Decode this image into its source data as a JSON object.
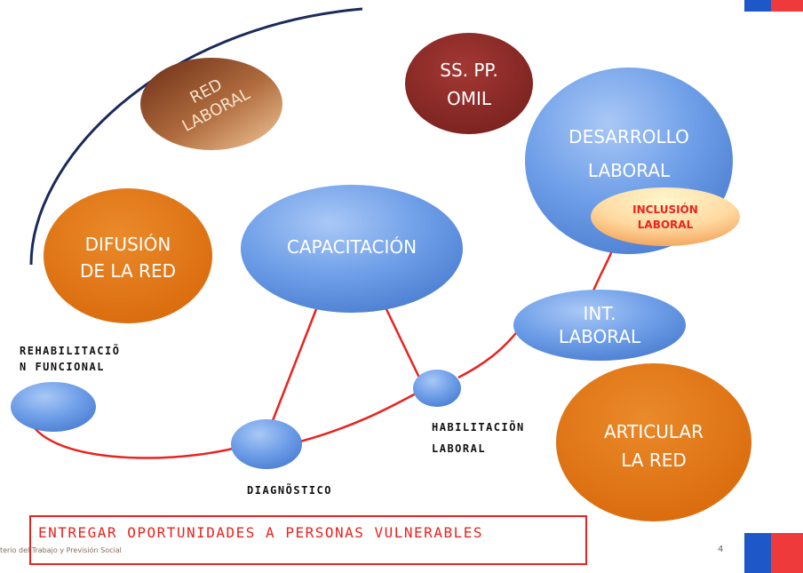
{
  "diagram": {
    "nodes": {
      "red_laboral": [
        "RED",
        "LABORAL"
      ],
      "ss_pp_omil": [
        "SS. PP.",
        "OMIL"
      ],
      "desarrollo_laboral": [
        "DESARROLLO",
        "LABORAL"
      ],
      "inclusion_laboral": [
        "INCLUSIÓN",
        "LABORAL"
      ],
      "difusion_red": [
        "DIFUSIÓN",
        "DE LA RED"
      ],
      "capacitacion": "CAPACITACIÓN",
      "int_laboral": [
        "INT.",
        "LABORAL"
      ],
      "articular_red": [
        "ARTICULAR",
        "LA RED"
      ]
    },
    "step_labels": {
      "rehabilitacion": [
        "REHABILITACIÕ",
        "N FUNCIONAL"
      ],
      "diagnostico": "DIAGNÕSTICO",
      "habilitacion": [
        "HABILITACIÕN",
        "LABORAL"
      ]
    }
  },
  "banner": "ENTREGAR OPORTUNIDADES A PERSONAS VULNERABLES",
  "footer": "terio del Trabajo y Previsión Social",
  "page_number": "4",
  "colors": {
    "blue_node": "#6f9fe8",
    "orange_node": "#e07410",
    "dark_red_node": "#8c2a26",
    "bronze_node": "#a86038",
    "connector_red": "#e8231f",
    "arc_navy": "#1c2a5a"
  }
}
